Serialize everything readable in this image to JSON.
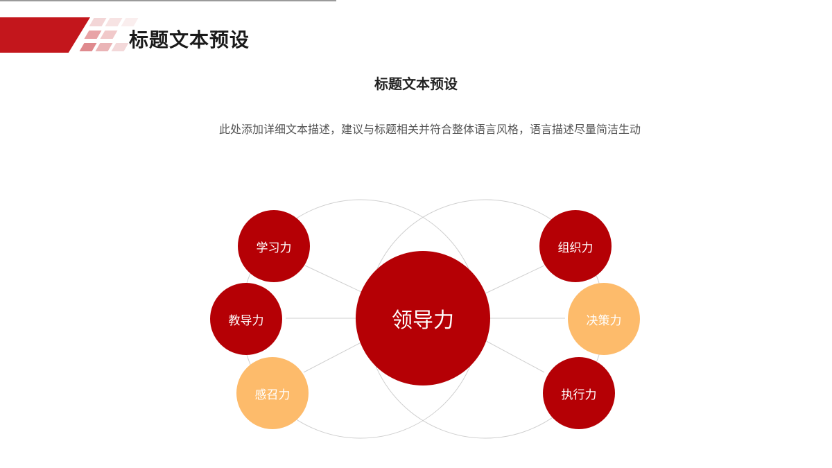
{
  "header": {
    "title": "标题文本预设"
  },
  "section": {
    "title": "标题文本预设",
    "description": "此处添加详细文本描述，建议与标题相关并符合整体语言风格，语言描述尽量简洁生动"
  },
  "diagram": {
    "center": "领导力",
    "left": [
      "学习力",
      "教导力",
      "感召力"
    ],
    "right": [
      "组织力",
      "决策力",
      "执行力"
    ]
  },
  "colors": {
    "red": "#b50005",
    "orange": "#fdbb6b",
    "brand": "#c3161c",
    "line": "#c8c8c8"
  }
}
